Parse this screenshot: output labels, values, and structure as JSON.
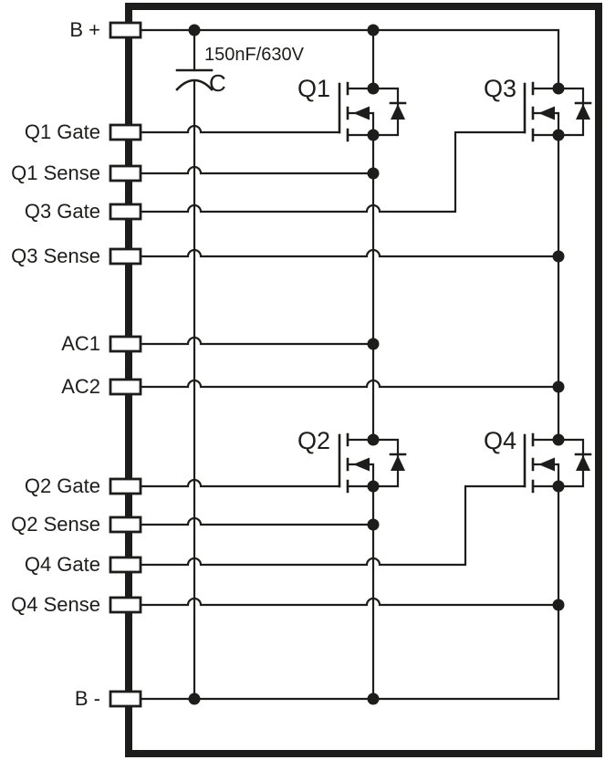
{
  "circuit": {
    "description": "H-bridge MOSFET power module schematic",
    "colors": {
      "line": "#1d1d1b",
      "background": "#ffffff"
    },
    "terminals": [
      {
        "id": "b-plus",
        "label": "B +"
      },
      {
        "id": "q1-gate",
        "label": "Q1 Gate"
      },
      {
        "id": "q1-sense",
        "label": "Q1 Sense"
      },
      {
        "id": "q3-gate",
        "label": "Q3 Gate"
      },
      {
        "id": "q3-sense",
        "label": "Q3 Sense"
      },
      {
        "id": "ac1",
        "label": "AC1"
      },
      {
        "id": "ac2",
        "label": "AC2"
      },
      {
        "id": "q2-gate",
        "label": "Q2 Gate"
      },
      {
        "id": "q2-sense",
        "label": "Q2 Sense"
      },
      {
        "id": "q4-gate",
        "label": "Q4 Gate"
      },
      {
        "id": "q4-sense",
        "label": "Q4 Sense"
      },
      {
        "id": "b-minus",
        "label": "B -"
      }
    ],
    "capacitor": {
      "designator": "C",
      "value": "150nF/630V"
    },
    "transistors": [
      {
        "designator": "Q1"
      },
      {
        "designator": "Q3"
      },
      {
        "designator": "Q2"
      },
      {
        "designator": "Q4"
      }
    ]
  }
}
